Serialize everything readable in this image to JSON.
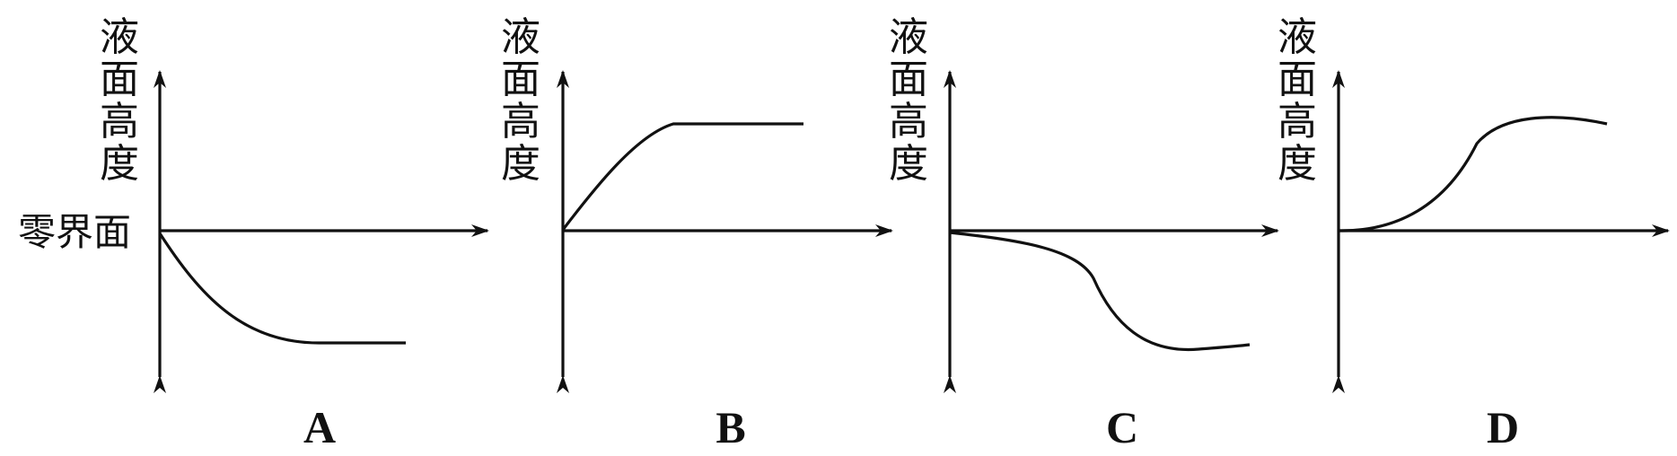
{
  "y_axis_label": "液面高度",
  "zero_label": "零界面",
  "panels": [
    {
      "label": "A"
    },
    {
      "label": "B"
    },
    {
      "label": "C"
    },
    {
      "label": "D"
    }
  ]
}
